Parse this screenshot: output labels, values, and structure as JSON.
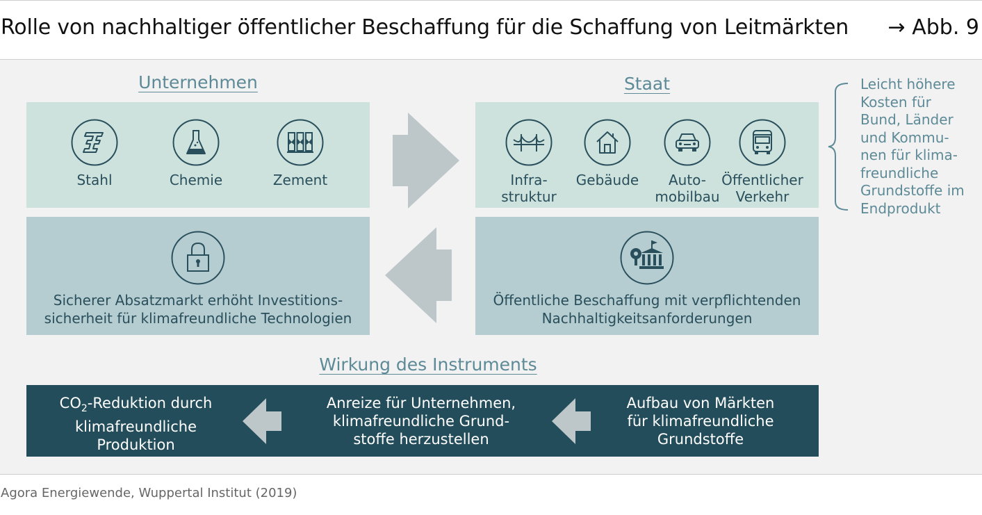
{
  "header": {
    "title": "Rolle von nachhaltiger öffentlicher Beschaffung für die Schaffung von Leitmärkten",
    "figure_ref": "→ Abb. 9"
  },
  "companies": {
    "title": "Unternehmen",
    "items": [
      {
        "label": "Stahl",
        "icon": "steel-beam-icon"
      },
      {
        "label": "Chemie",
        "icon": "flask-icon"
      },
      {
        "label": "Zement",
        "icon": "cement-silo-icon"
      }
    ],
    "outcome_line1": "Sicherer Absatzmarkt erhöht Investitions-",
    "outcome_line2": "sicherheit für klimafreundliche Technologien",
    "outcome_icon": "lock-icon"
  },
  "state": {
    "title": "Staat",
    "items": [
      {
        "line1": "Infra-",
        "line2": "struktur",
        "icon": "bridge-icon"
      },
      {
        "line1": "Gebäude",
        "line2": "",
        "icon": "house-icon"
      },
      {
        "line1": "Auto-",
        "line2": "mobilbau",
        "icon": "car-icon"
      },
      {
        "line1": "Öffentlicher",
        "line2": "Verkehr",
        "icon": "bus-icon"
      }
    ],
    "procurement_line1": "Öffentliche Beschaffung mit verpflichtenden",
    "procurement_line2": "Nachhaltigkeitsanforderungen",
    "procurement_icon": "public-building-icon"
  },
  "note": {
    "lines": [
      "Leicht höhere",
      "Kosten für",
      "Bund, Länder",
      "und Kommu-",
      "nen für klima-",
      "freundliche",
      "Grundstoffe im",
      "Endprodukt"
    ]
  },
  "impact": {
    "title": "Wirkung des Instruments",
    "item1": {
      "line1_pre": "CO",
      "line1_sub": "2",
      "line1_post": "-Reduktion durch",
      "line2": "klimafreundliche",
      "line3": "Produktion"
    },
    "item2": {
      "line1": "Anreize für Unternehmen,",
      "line2": "klimafreundliche Grund-",
      "line3": "stoffe herzustellen"
    },
    "item3": {
      "line1": "Aufbau von Märkten",
      "line2": "für klimafreundliche",
      "line3": "Grundstoffe"
    }
  },
  "source": "Agora Energiewende, Wuppertal Institut (2019)",
  "colors": {
    "panel_bg": "#f2f2f2",
    "light_box": "#cde2dc",
    "mid_box": "#b5cdd0",
    "dark_box": "#234d5a",
    "arrow_grey": "#bdc7c9",
    "text_teal": "#2a4f5c",
    "accent_teal": "#5d8a97"
  }
}
